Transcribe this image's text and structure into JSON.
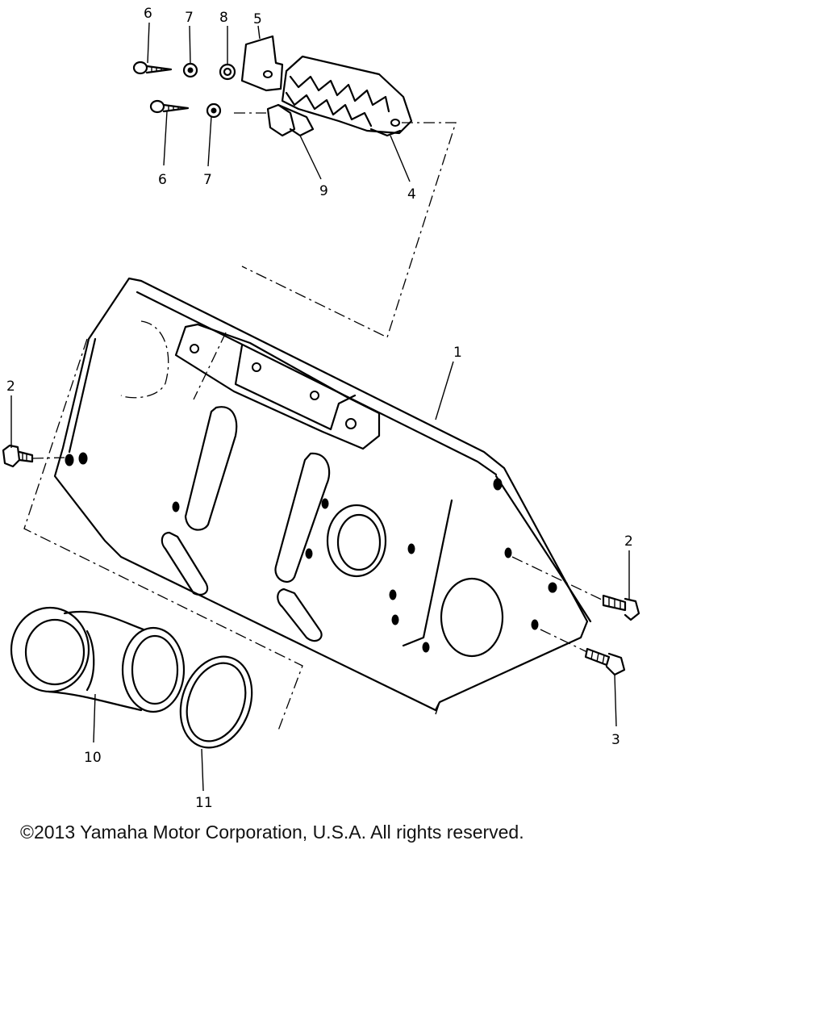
{
  "callouts": {
    "c6a": "6",
    "c7a": "7",
    "c8": "8",
    "c5": "5",
    "c6b": "6",
    "c7b": "7",
    "c9": "9",
    "c4": "4",
    "c1": "1",
    "c2l": "2",
    "c2r": "2",
    "c3": "3",
    "c10": "10",
    "c11": "11"
  },
  "copyright": "©2013 Yamaha Motor Corporation, U.S.A. All rights reserved."
}
